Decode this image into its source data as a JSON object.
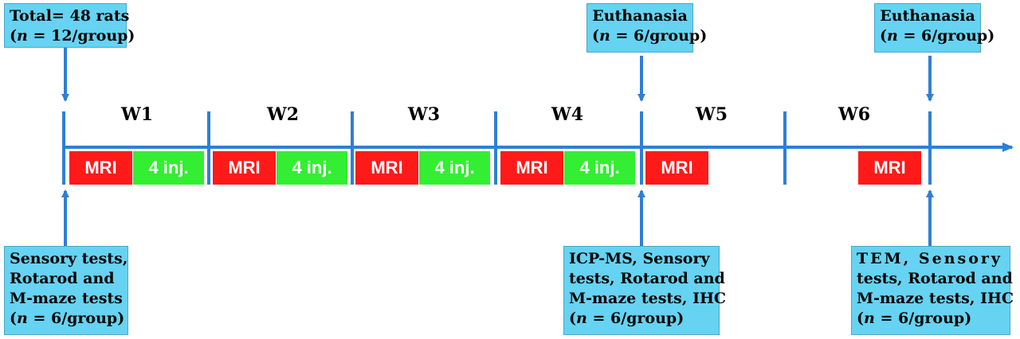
{
  "top_boxes": [
    {
      "id": "total",
      "lines": [
        "Total= 48 rats",
        "(n = 12/group)"
      ]
    },
    {
      "id": "euth1",
      "lines": [
        "Euthanasia",
        "(n = 6/group)"
      ]
    },
    {
      "id": "euth2",
      "lines": [
        "Euthanasia",
        "(n = 6/group)"
      ]
    }
  ],
  "bottom_boxes": [
    {
      "id": "start",
      "lines": [
        "Sensory tests,",
        "Rotarod and",
        "M-maze tests",
        "(n = 6/group)"
      ]
    },
    {
      "id": "mid",
      "lines": [
        "ICP-MS, Sensory",
        "tests, Rotarod and",
        "M-maze tests, IHC",
        "(n = 6/group)"
      ]
    },
    {
      "id": "end",
      "lines": [
        "TEM, Sensory",
        "tests, Rotarod and",
        "M-maze tests, IHC",
        "(n = 6/group)"
      ]
    }
  ],
  "weeks": [
    "W1",
    "W2",
    "W3",
    "W4",
    "W5",
    "W6"
  ],
  "cells": {
    "mri": "MRI",
    "inj": "4 inj."
  },
  "colors": {
    "box": "#66d3f2",
    "line": "#2e7fd6",
    "mri": "#ff1a1a",
    "inj": "#33ee33"
  }
}
